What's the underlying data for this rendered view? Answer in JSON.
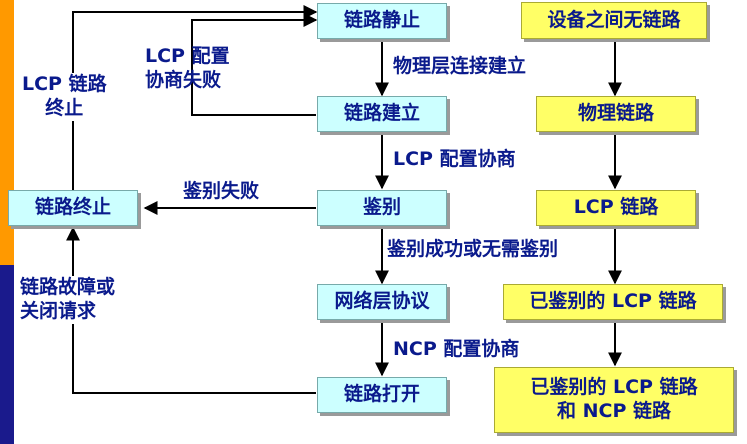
{
  "colors": {
    "text": "#0a1a8c",
    "cyan_box": "#ccffff",
    "yellow_box": "#ffff66",
    "bar_top": "#ff9900",
    "bar_bottom": "#1a1a8c",
    "line": "#000000"
  },
  "states": {
    "dead": "链路静止",
    "establish": "链路建立",
    "authenticate": "鉴别",
    "network": "网络层协议",
    "open": "链路打开",
    "terminate": "链路终止"
  },
  "transitions": {
    "physical_up": "物理层连接建立",
    "lcp_negotiate": "LCP 配置协商",
    "auth_fail": "鉴别失败",
    "auth_success": "鉴别成功或无需鉴别",
    "ncp_negotiate": "NCP 配置协商",
    "lcp_fail_line1": "LCP 配置",
    "lcp_fail_line2": "协商失败",
    "lcp_terminate_line1": "LCP 链路",
    "lcp_terminate_line2": "终止",
    "fault_line1": "链路故障或",
    "fault_line2": "关闭请求"
  },
  "conditions": {
    "no_link": "设备之间无链路",
    "physical": "物理链路",
    "lcp": "LCP 链路",
    "authenticated_lcp": "已鉴别的 LCP 链路",
    "lcp_ncp_line1": "已鉴别的 LCP 链路",
    "lcp_ncp_line2": "和 NCP 链路"
  }
}
